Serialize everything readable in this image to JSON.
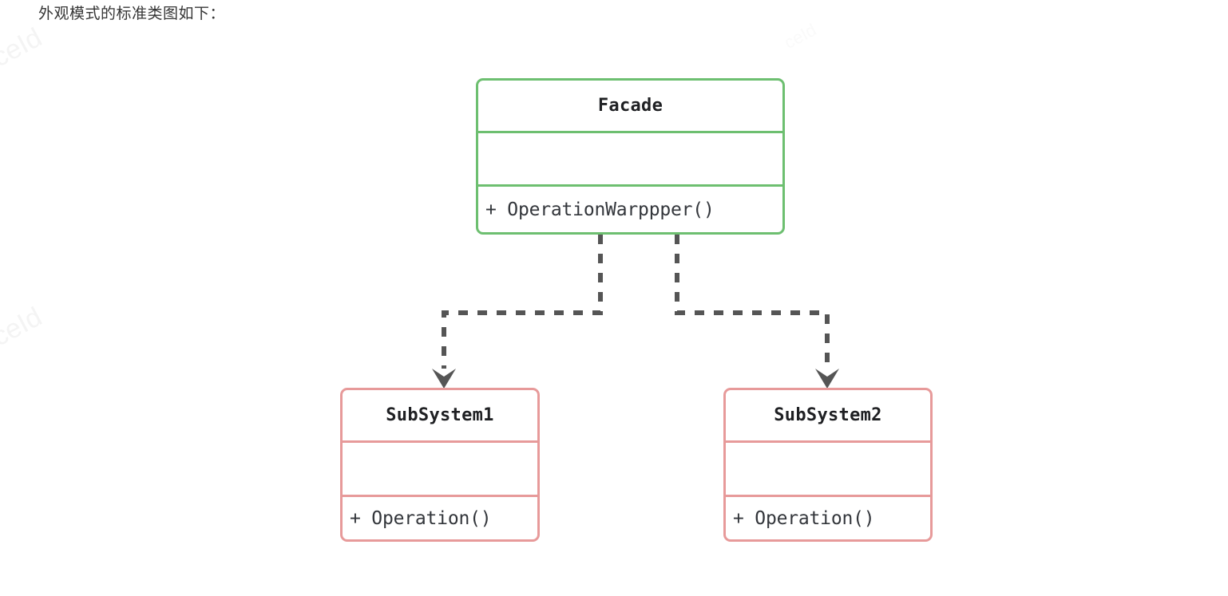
{
  "page": {
    "heading": "外观模式的标准类图如下：",
    "background_color": "#ffffff"
  },
  "watermarks": [
    {
      "text": "ceId"
    },
    {
      "text": "ceId"
    },
    {
      "text": "ceId"
    }
  ],
  "diagram": {
    "type": "uml-class-diagram",
    "pattern": "Facade",
    "colors": {
      "facade_border": "#6dbf70",
      "subsystem_border": "#e79a9a",
      "connector": "#555555",
      "text": "#1f2023"
    },
    "classes": [
      {
        "id": "facade",
        "name": "Facade",
        "attributes": [],
        "methods": [
          "+ OperationWarppper()"
        ],
        "border_color": "#6dbf70"
      },
      {
        "id": "subsystem1",
        "name": "SubSystem1",
        "attributes": [],
        "methods": [
          "+ Operation()"
        ],
        "border_color": "#e79a9a"
      },
      {
        "id": "subsystem2",
        "name": "SubSystem2",
        "attributes": [],
        "methods": [
          "+ Operation()"
        ],
        "border_color": "#e79a9a"
      }
    ],
    "connectors": [
      {
        "id": "facade-to-subsystem1",
        "from": "facade",
        "to": "subsystem1",
        "style": "dashed",
        "arrow": "filled-chevron",
        "relation": "dependency"
      },
      {
        "id": "facade-to-subsystem2",
        "from": "facade",
        "to": "subsystem2",
        "style": "dashed",
        "arrow": "filled-chevron",
        "relation": "dependency"
      }
    ]
  }
}
